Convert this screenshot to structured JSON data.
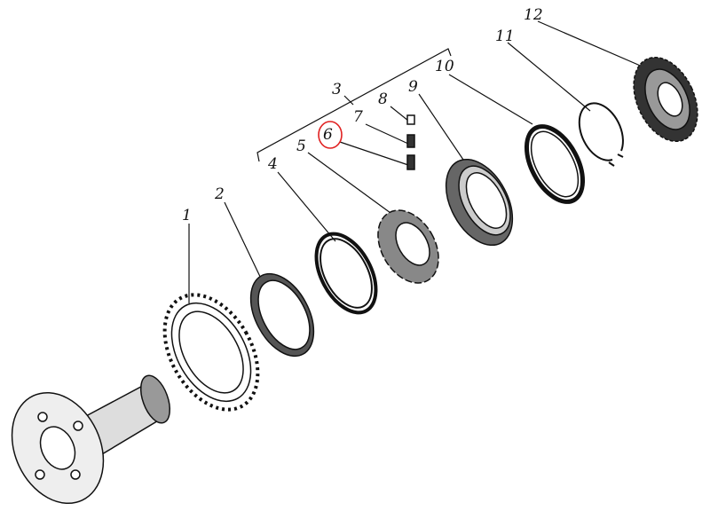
{
  "diagram": {
    "labels": [
      "1",
      "2",
      "3",
      "4",
      "5",
      "6",
      "7",
      "8",
      "9",
      "10",
      "11",
      "12"
    ],
    "highlighted_label": "6",
    "highlight_color": "#e02020",
    "line_color": "#111111"
  }
}
